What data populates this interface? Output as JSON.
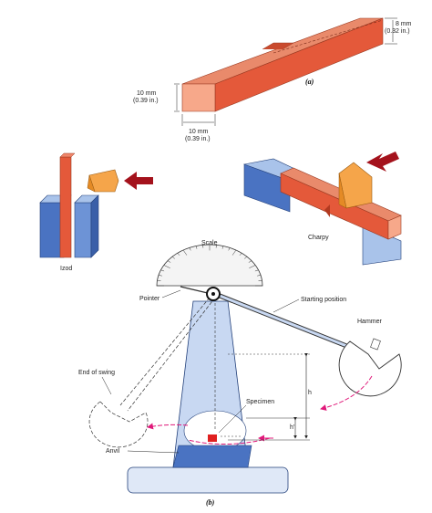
{
  "colors": {
    "specimen_top": "#e98a6b",
    "specimen_side": "#e4593a",
    "specimen_front": "#f7a88a",
    "anvil_blue_dark": "#4a73c2",
    "anvil_blue_light": "#a9c3ea",
    "striker_orange": "#f5a54a",
    "arrow_red": "#a4121c",
    "machine_blue": "#c8d8f2",
    "swing_arrow": "#e0197a",
    "impact_red": "#e02020"
  },
  "part_a": {
    "label": "(a)",
    "dim_height": "8 mm\n(0.32 in.)",
    "dim_height_line1": "8 mm",
    "dim_height_line2": "(0.32 in.)",
    "dim_side_line1": "10 mm",
    "dim_side_line2": "(0.39 in.)",
    "dim_bottom_line1": "10 mm",
    "dim_bottom_line2": "(0.39 in.)"
  },
  "izod": {
    "label": "Izod"
  },
  "charpy": {
    "label": "Charpy"
  },
  "part_b": {
    "label": "(b)",
    "scale": "Scale",
    "pointer": "Pointer",
    "starting_position": "Starting position",
    "hammer": "Hammer",
    "end_of_swing": "End of swing",
    "specimen": "Specimen",
    "anvil": "Anvil",
    "h": "h",
    "h_prime": "h'"
  }
}
